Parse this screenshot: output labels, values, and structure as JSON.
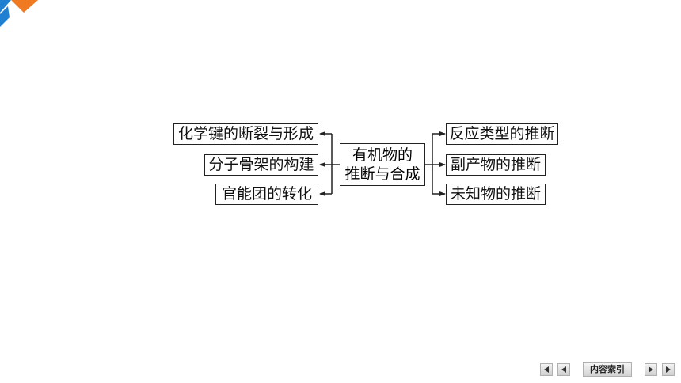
{
  "diagram": {
    "center": {
      "line1": "有机物的",
      "line2": "推断与合成"
    },
    "left_items": [
      "化学键的断裂与形成",
      "分子骨架的构建",
      "官能团的转化"
    ],
    "right_items": [
      "反应类型的推断",
      "副产物的推断",
      "未知物的推断"
    ]
  },
  "nav": {
    "index_label": "内容索引",
    "first_icon": "skip-back-icon",
    "prev_icon": "prev-icon",
    "next_icon": "next-icon",
    "last_icon": "skip-forward-icon"
  },
  "colors": {
    "logo_orange": "#f07a21",
    "logo_blue": "#1f7fd1"
  }
}
